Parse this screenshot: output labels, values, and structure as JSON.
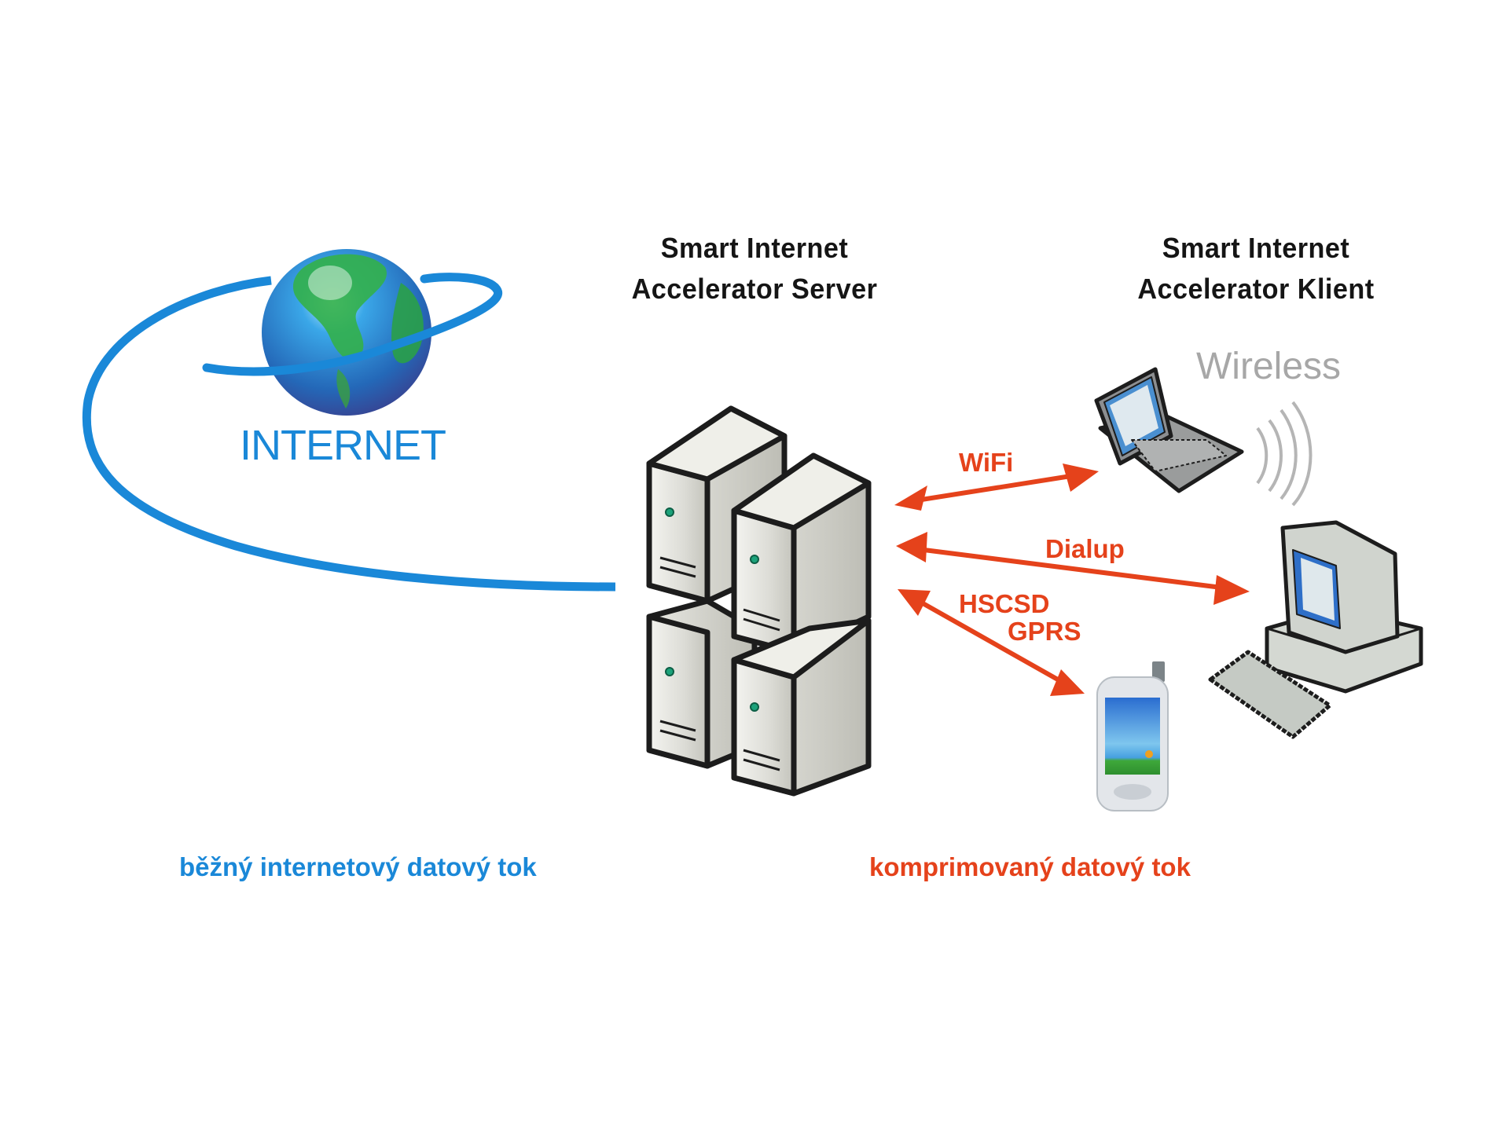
{
  "diagram": {
    "internet_label": "INTERNET",
    "server_heading": {
      "line1": "Smart Internet",
      "line2": "Accelerator Server"
    },
    "client_heading": {
      "line1": "Smart Internet",
      "line2": "Accelerator Klient"
    },
    "wireless_label": "Wireless",
    "connections": [
      {
        "label": "WiFi",
        "target": "laptop"
      },
      {
        "label": "Dialup",
        "target": "desktop computer"
      },
      {
        "label_lines": [
          "HSCSD",
          "GPRS"
        ],
        "target": "PDA phone"
      }
    ],
    "legend": {
      "normal_flow": "běžný internetový datový tok",
      "compressed_flow": "komprimovaný datový tok"
    },
    "colors": {
      "internet_blue": "#1a88d8",
      "compressed_red": "#e5421b",
      "heading_black": "#151515",
      "wireless_gray": "#a7a7a7"
    }
  }
}
